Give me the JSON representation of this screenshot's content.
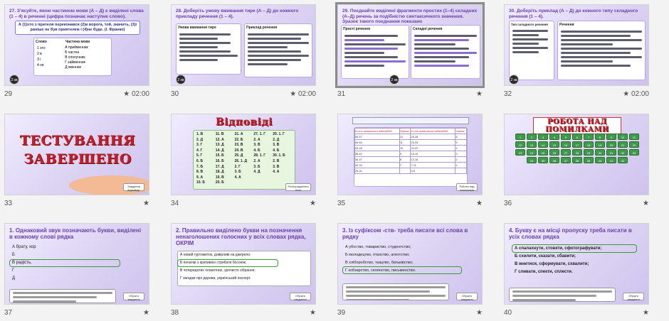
{
  "slides": [
    {
      "num": "29",
      "meta": "02:00",
      "title": "27. З’ясуйте, якою частиною мови (А – Д) є виділені слова (1 – 4) в реченні (цифра позначає наступне слово).",
      "quote": "А (1)хто з прителя переконався (2)в ворога, той, значить, (3)і раніше не був приятелем і (4)не буде. (І. Франко)",
      "col_left": "Слово",
      "col_right": "Частина мови",
      "left_items": [
        "1 хто",
        "2 в",
        "3 і",
        "4 не"
      ],
      "right_items": [
        "А прийменник",
        "Б частка",
        "В сполучник",
        "Г займенник",
        "Д іменник"
      ],
      "badge": "2 хв"
    },
    {
      "num": "30",
      "meta": "02:00",
      "title": "28. Доберіть умову вживання тире (А – Д) до кожного прикладу речення (1 – 4).",
      "col_left": "Умова вживання тире",
      "col_right": "Приклад речення",
      "badge": "2 хв"
    },
    {
      "num": "31",
      "meta": "",
      "title": "29. Поєднайте виділені фрагменти простих (1–4) складних (А–Д) речень за подібністю синтаксичного значення. Зразок такого поєднання показано",
      "col_left": "Прості речення",
      "col_right": "Складні речення",
      "badge": "2 хв"
    },
    {
      "num": "32",
      "meta": "02:00",
      "title": "30. Доберіть приклад (А – Д) до кожного типу складного речення (1 – 4).",
      "col_left": "Тип складного речення",
      "col_right": "Речення",
      "badge": "2 хв"
    },
    {
      "num": "33",
      "meta": "",
      "line1": "ТЕСТУВАННЯ",
      "line2": "ЗАВЕРШЕНО",
      "nav": "Завдання відповідь"
    },
    {
      "num": "34",
      "meta": "",
      "title": "Відповіді",
      "answers": [
        "1. В",
        "11. В",
        "21. А",
        "27. 1. Г",
        "29. 1. Г",
        "2. Д",
        "12. А",
        "22. Б",
        "2. А",
        "2. Д",
        "3. Г",
        "13. Д",
        "23. В",
        "3. В",
        "3. В",
        "4. Г",
        "14. Д",
        "24. В",
        "4. Б",
        "4. Б",
        "5. Г",
        "15. Б",
        "25. Д",
        "28. 1. Г",
        "30. 1. Б",
        "6. Б",
        "16. Б",
        "26. 1. Д",
        "2. А",
        "2. В",
        "7. Б",
        "17. Д",
        "2. Г",
        "3. Б",
        "3. В",
        "8. В",
        "18. Д",
        "3. Б",
        "4. Д",
        "4. А",
        "9. А",
        "19. В",
        "4. А",
        "",
        "",
        "10. Б",
        "20. Б",
        "",
        "",
        ""
      ],
      "nav": "Розпорядження болі"
    },
    {
      "num": "35",
      "meta": "",
      "header_a": "К-сть правильних відповідей",
      "header_b": "Оцінка",
      "header_c": "К-сть правильних відповідей",
      "header_d": "Оцінка",
      "rows": [
        [
          "55-57",
          "12",
          "26-28",
          "6"
        ],
        [
          "49-54",
          "11",
          "23-25",
          "5"
        ],
        [
          "43-48",
          "10",
          "20-22",
          "4"
        ],
        [
          "38-42",
          "9",
          "16-19",
          "3"
        ],
        [
          "34-37",
          "8",
          "12-15",
          "2"
        ],
        [
          "32-33",
          "7",
          "7-11",
          "1"
        ],
        [
          "29-31",
          "",
          "3-6",
          ""
        ]
      ],
      "nav": "Робота над помилками"
    },
    {
      "num": "36",
      "meta": "",
      "title": "РОБОТА НАД ПОМИЛКАМИ",
      "cells": [
        "1",
        "2",
        "3",
        "4",
        "5",
        "6",
        "7",
        "8",
        "9",
        "10",
        "11",
        "12",
        "13",
        "14",
        "15",
        "16",
        "17",
        "18",
        "19",
        "20",
        "21",
        "22",
        "23",
        "24",
        "25",
        "26",
        "27",
        "28",
        "29",
        "30",
        "31",
        "32",
        "33",
        "34",
        "35",
        "36",
        "37",
        "38",
        "39",
        "40",
        "41",
        "42"
      ]
    },
    {
      "num": "37",
      "meta": "",
      "title": "1. Однаковий звук позначають букви, виділені в кожному слові рядка",
      "options": [
        "А брату, кор",
        "Б ",
        "В радість, ",
        "Г ",
        "Д "
      ],
      "nav": "Обрати завдання"
    },
    {
      "num": "38",
      "meta": "",
      "title": "2. Правильно виділено букви на позначення ненаголошених голосних у всіх словах рядка, ОКРІМ",
      "options": [
        "А новий гуртожиток, довірливі на джерело;",
        "Б початки з кропивою стрибати босоніж;",
        "В чотирицятих планетних, урочисте зібрання;",
        "Г загадки про дерева, український експорт."
      ],
      "nav": "Обрати завдання"
    },
    {
      "num": "39",
      "meta": "",
      "title": "3. Із суфіксом -ств- треба писати всі слова в рядку",
      "options": [
        "А убоство, товариство, студентство;",
        "Б молодецтво, птахство, агентство;",
        "В хліборобство, ткацтво, батьківство;",
        "Г кобзарство, селянство, письменство."
      ],
      "nav": "Обрати завдання"
    },
    {
      "num": "40",
      "meta": "",
      "title": "4. Букву є на місці пропуску треба писати в усіх словах рядка",
      "options": [
        "А спалахнути, стовкти, сфотографувати;",
        "Б схилити, сказати, сбавити;",
        "В жнитися, сформувати, схвалити;",
        "Г сливати, спекти, сплести."
      ],
      "nav": "Обрати завдання"
    }
  ],
  "ui": {
    "star": "★",
    "timer_icon": "timer-icon"
  }
}
